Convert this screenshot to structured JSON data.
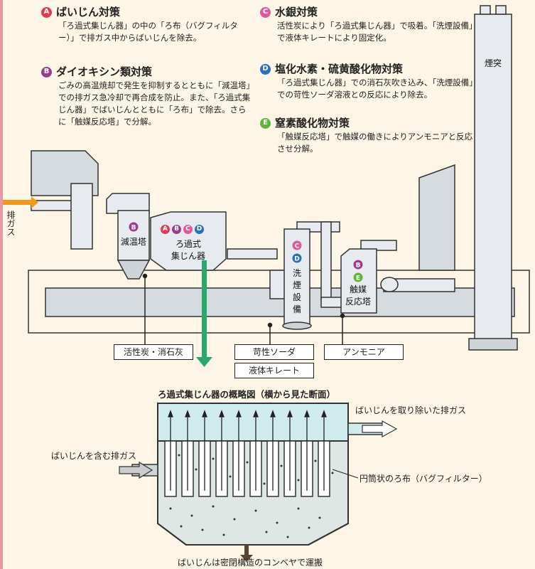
{
  "measures": [
    {
      "badge": "A",
      "title": "ばいじん対策",
      "desc": "「ろ過式集じん器」の中の「ろ布（バグフィルター）」で排ガス中からばいじんを除去。"
    },
    {
      "badge": "B",
      "title": "ダイオキシン類対策",
      "desc": "ごみの高温焼却で発生を抑制するとともに「減温塔」での排ガス急冷却で再合成を防止。また、「ろ過式集じん器」でばいじんとともに「ろ布」で除去。さらに「触媒反応塔」で分解。"
    },
    {
      "badge": "C",
      "title": "水銀対策",
      "desc": "活性炭により「ろ過式集じん器」で吸着。「洗煙設備」で液体キレートにより固定化。"
    },
    {
      "badge": "D",
      "title": "塩化水素・硫黄酸化物対策",
      "desc": "「ろ過式集じん器」での消石灰吹き込み、「洗煙設備」での苛性ソーダ溶液との反応により除去。"
    },
    {
      "badge": "E",
      "title": "窒素酸化物対策",
      "desc": "「触媒反応塔」で触媒の働きによりアンモニアと反応させ分解。"
    }
  ],
  "plant": {
    "exhaust": "排ガス",
    "cooling_tower": "減温塔",
    "filter": "ろ過式集じん器",
    "scrubber": "洗煙設備",
    "catalyst": "触媒反応塔",
    "chimney": "煙突",
    "inputs": [
      "活性炭・消石灰",
      "苛性ソーダ",
      "液体キレート",
      "アンモニア"
    ]
  },
  "section": {
    "title": "ろ過式集じん器の概略図（横から見た断面）",
    "outlet": "ばいじんを取り除いた排ガス",
    "inlet": "ばいじんを含む排ガス",
    "bags": "円筒状のろ布（バグフィルター）",
    "bottom": "ばいじんは密閉構造のコンベヤで運搬"
  }
}
